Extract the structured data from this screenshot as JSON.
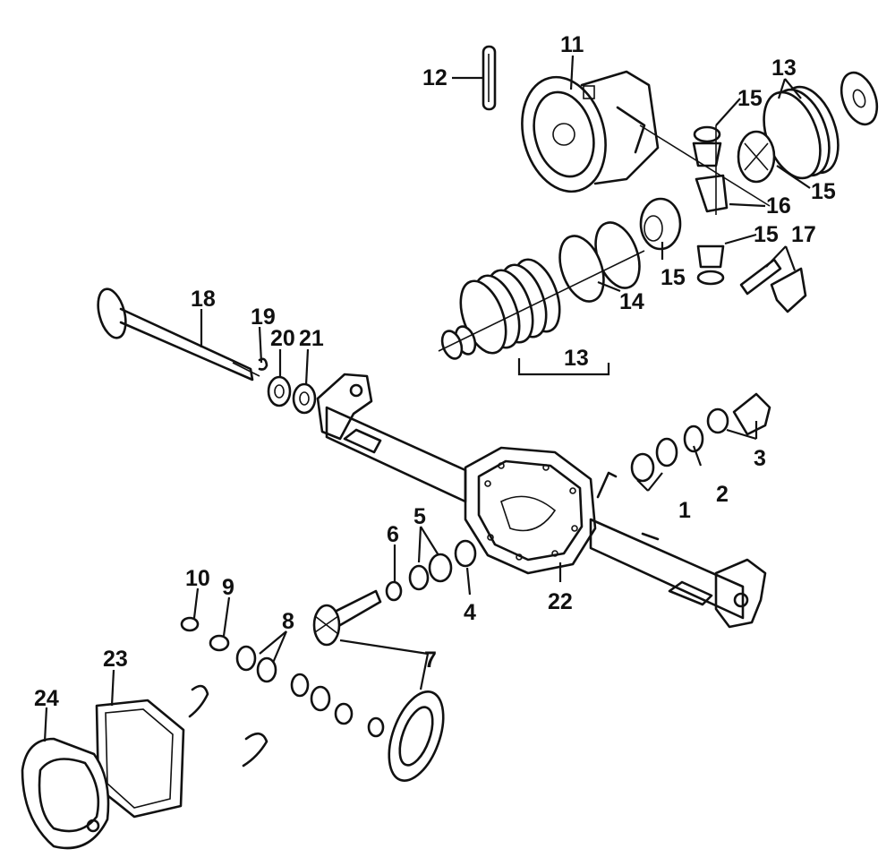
{
  "callouts": [
    {
      "id": "1",
      "text": "1"
    },
    {
      "id": "2",
      "text": "2"
    },
    {
      "id": "3",
      "text": "3"
    },
    {
      "id": "4",
      "text": "4"
    },
    {
      "id": "5",
      "text": "5"
    },
    {
      "id": "6",
      "text": "6"
    },
    {
      "id": "7",
      "text": "7"
    },
    {
      "id": "8",
      "text": "8"
    },
    {
      "id": "9",
      "text": "9"
    },
    {
      "id": "10",
      "text": "10"
    },
    {
      "id": "11",
      "text": "11"
    },
    {
      "id": "12",
      "text": "12"
    },
    {
      "id": "13a",
      "text": "13"
    },
    {
      "id": "13b",
      "text": "13"
    },
    {
      "id": "14",
      "text": "14"
    },
    {
      "id": "15a",
      "text": "15"
    },
    {
      "id": "15b",
      "text": "15"
    },
    {
      "id": "15c",
      "text": "15"
    },
    {
      "id": "15d",
      "text": "15"
    },
    {
      "id": "16",
      "text": "16"
    },
    {
      "id": "17",
      "text": "17"
    },
    {
      "id": "18",
      "text": "18"
    },
    {
      "id": "19",
      "text": "19"
    },
    {
      "id": "20",
      "text": "20"
    },
    {
      "id": "21",
      "text": "21"
    },
    {
      "id": "22",
      "text": "22"
    },
    {
      "id": "23",
      "text": "23"
    },
    {
      "id": "24",
      "text": "24"
    }
  ]
}
